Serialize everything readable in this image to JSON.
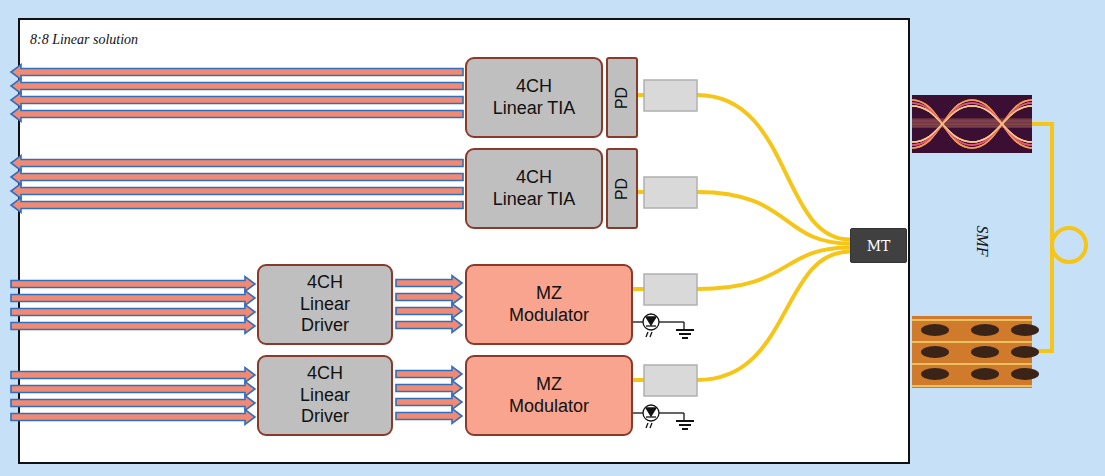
{
  "diagram": {
    "title": "8:8 Linear solution",
    "nodes": [
      {
        "text": [
          "4CH Linear TIA"
        ]
      },
      {
        "text": [
          "PD"
        ]
      },
      {
        "text": [
          "4CH Linear TIA"
        ]
      },
      {
        "text": [
          "PD"
        ]
      },
      {
        "text": [
          "4CH Linear Driver"
        ]
      },
      {
        "text": [
          "MZ Modulator"
        ]
      },
      {
        "text": [
          "4CH Linear Driver"
        ]
      },
      {
        "text": [
          "MZ Modulator"
        ]
      },
      {
        "text": [
          "MT"
        ]
      }
    ],
    "edges": [
      {
        "from": 1,
        "to": 8,
        "arrow": "none"
      },
      {
        "from": 3,
        "to": 8,
        "arrow": "none"
      },
      {
        "from": 5,
        "to": 8,
        "arrow": "none"
      },
      {
        "from": 7,
        "to": 8,
        "arrow": "none"
      },
      {
        "from": 4,
        "to": 5,
        "arrow": "to"
      },
      {
        "from": 6,
        "to": 7,
        "arrow": "to"
      }
    ],
    "labels": [
      "SMF"
    ]
  }
}
